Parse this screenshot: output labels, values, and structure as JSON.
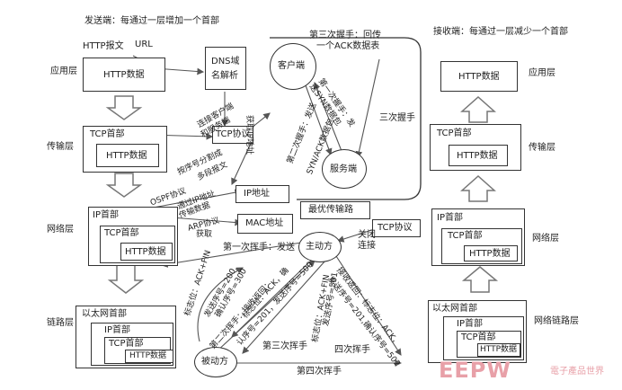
{
  "legend": {
    "send_side": "发送端：每通过一层增加一个首部",
    "recv_side": "接收端：每通过一层减少一个首部"
  },
  "layers": {
    "application": "应用层",
    "transport": "传输层",
    "network": "网络层",
    "link": "链路层",
    "right_application": "应用层",
    "right_transport": "传输层",
    "right_network": "网络层",
    "right_link": "网络链路层"
  },
  "left_stack": {
    "http_msg_label": "HTTP报文",
    "url_label": "URL",
    "http_data": "HTTP数据",
    "tcp_header": "TCP首部",
    "tcp_http_data": "HTTP数据",
    "ip_header": "IP首部",
    "ip_tcp_header": "TCP首部",
    "ip_http_data": "HTTP数据",
    "eth_header": "以太网首部",
    "eth_ip_header": "IP首部",
    "eth_tcp_header": "TCP首部",
    "eth_http_data": "HTTP数据"
  },
  "right_stack": {
    "http_data": "HTTP数据",
    "tcp_header": "TCP首部",
    "tcp_http_data": "HTTP数据",
    "ip_header": "IP首部",
    "ip_tcp_header": "TCP首部",
    "ip_http_data": "HTTP数据",
    "eth_header": "以太网首部",
    "eth_ip_header": "IP首部",
    "eth_tcp_header": "TCP首部",
    "eth_http_data": "HTTP数据"
  },
  "center": {
    "dns": "DNS域名解析",
    "dns_line1": "DNS域",
    "dns_line2": "名解析",
    "tcp_protocol": "TCP协议",
    "ip_address": "IP地址",
    "mac_address": "MAC地址",
    "best_path": "最优传输路",
    "tcp_protocol_right": "TCP协议",
    "client": "客户端",
    "server": "服务端",
    "active": "主动方",
    "passive": "被动方"
  },
  "annotations": {
    "third_handshake": "第三次握手：回传",
    "third_handshake2": "一个ACK数据表",
    "first_handshake": "第一次握手：发",
    "first_handshake2": "送SYN数据包",
    "second_handshake": "第二次握手：发送",
    "second_handshake2": "SYN/ACK数据包",
    "three_way": "三次握手",
    "connect_client": "连接客户端",
    "connect_client2": "和服务端",
    "get_ip": "获取IP地址",
    "split_seq": "按序号分割成",
    "split_seq2": "多段报文",
    "ospf": "OSPF协议",
    "via_ip": "通过IP地址",
    "transfer_data": "传输数据",
    "arp": "ARP协议",
    "arp2": "获取",
    "close_conn": "关闭",
    "close_conn2": "连接",
    "wave1": "第一次挥手：发送",
    "wave1_b": "标志位：ACK+FIN",
    "wave1_c": "发送序号=200,",
    "wave1_d": "确认序号=300",
    "wave2": "标志位：ACK，确",
    "wave2_b": "认序号=201，发送序号=500",
    "wave2_c": "第二次挥手：接收返回：",
    "wave3": "标志位：ACK+FIN",
    "wave3_b": "发送序号=501",
    "wave3_c": "第三次挥手",
    "wave4": "接收返回：标志位：ACK，",
    "wave4_b": "发送序号=201,确认序号=502",
    "wave4_c": "四次挥手",
    "wave4_d": "第四次挥手"
  },
  "watermark": {
    "brand": "EEPW",
    "sub": "電子產品世界"
  }
}
